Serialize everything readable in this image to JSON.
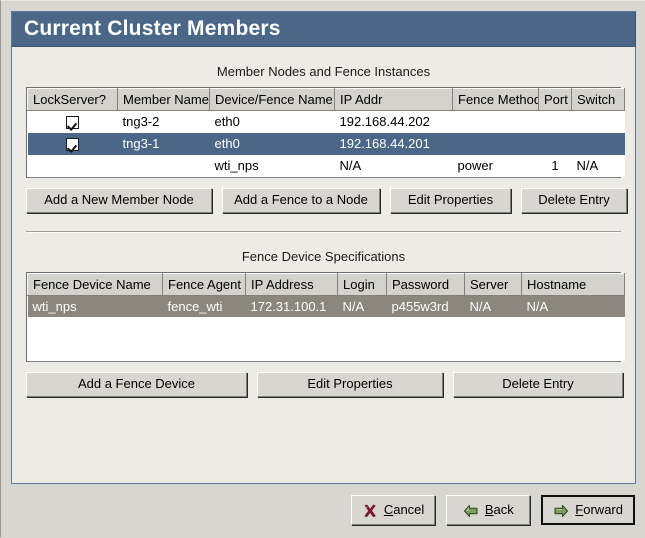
{
  "window": {
    "title": "Current Cluster Members"
  },
  "members_section": {
    "title": "Member Nodes and Fence Instances",
    "columns": [
      "LockServer?",
      "Member Name",
      "Device/Fence Name",
      "IP Addr",
      "Fence Method",
      "Port",
      "Switch"
    ],
    "rows": [
      {
        "lockserver": "checked",
        "member_name": "tng3-2",
        "device_fence_name": "eth0",
        "ip_addr": "192.168.44.202",
        "fence_method": "",
        "port": "",
        "switch": "",
        "selected": "none"
      },
      {
        "lockserver": "checked",
        "member_name": "tng3-1",
        "device_fence_name": "eth0",
        "ip_addr": "192.168.44.201",
        "fence_method": "",
        "port": "",
        "switch": "",
        "selected": "active"
      },
      {
        "lockserver": "unchecked",
        "member_name": "",
        "device_fence_name": "wti_nps",
        "ip_addr": "N/A",
        "fence_method": "power",
        "port": "1",
        "switch": "N/A",
        "selected": "none"
      }
    ],
    "buttons": [
      {
        "label": "Add a New Member Node"
      },
      {
        "label": "Add a Fence to a Node"
      },
      {
        "label": "Edit Properties"
      },
      {
        "label": "Delete Entry"
      }
    ]
  },
  "fence_section": {
    "title": "Fence Device Specifications",
    "columns": [
      "Fence Device Name",
      "Fence Agent",
      "IP Address",
      "Login",
      "Password",
      "Server",
      "Hostname"
    ],
    "rows": [
      {
        "fence_device_name": "wti_nps",
        "fence_agent": "fence_wti",
        "ip_address": "172.31.100.1",
        "login": "N/A",
        "password": "p455w3rd",
        "server": "N/A",
        "hostname": "N/A",
        "selected": "inactive"
      }
    ],
    "buttons": [
      {
        "label": "Add a Fence Device"
      },
      {
        "label": "Edit Properties"
      },
      {
        "label": "Delete Entry"
      }
    ]
  },
  "footer": {
    "cancel": {
      "label_pre": "",
      "mnemonic": "C",
      "label_post": "ancel",
      "icon": "cancel-x-icon"
    },
    "back": {
      "label_pre": "",
      "mnemonic": "B",
      "label_post": "ack",
      "icon": "arrow-left-icon"
    },
    "forward": {
      "label_pre": "",
      "mnemonic": "F",
      "label_post": "orward",
      "icon": "arrow-right-icon",
      "focused": true
    }
  },
  "colors": {
    "titlebar_bg": "#4a6787",
    "panel_bg": "#edebe6",
    "window_bg": "#d8d6d1",
    "row_selected_active": "#4a6787",
    "row_selected_inactive": "#8c877e",
    "button_face": "#d8d6d0",
    "cancel_icon": "#8b1a30",
    "arrow_icon": "#6b8f4e"
  }
}
